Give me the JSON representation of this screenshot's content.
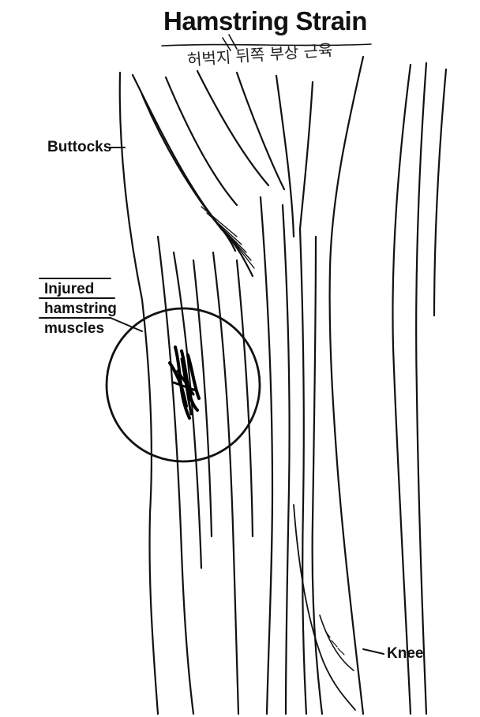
{
  "title": "Hamstring Strain",
  "labels": {
    "buttocks": "Buttocks",
    "injured_line1": "Injured",
    "injured_line2": "hamstring",
    "injured_line3": "muscles",
    "knee": "Knee"
  },
  "handwritten_note": "허벅지 뒤쪽 부상 근육",
  "ink_color": "#111111"
}
